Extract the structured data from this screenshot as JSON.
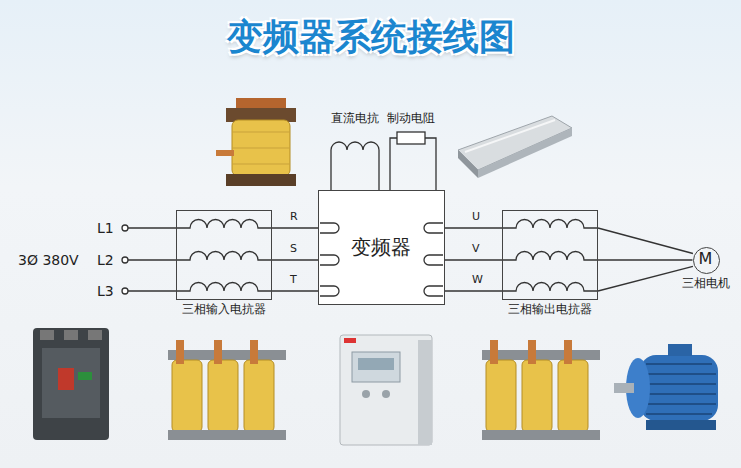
{
  "diagram": {
    "title": "变频器系统接线图",
    "nodes": [
      {
        "text": [
          "三相输入电抗器"
        ]
      },
      {
        "text": [
          "变频器"
        ]
      },
      {
        "text": [
          "三相输出电抗器"
        ]
      },
      {
        "text": [
          "M",
          "三相电机"
        ]
      }
    ],
    "edges": [
      {
        "from": 0,
        "to": 1,
        "arrow": "none"
      },
      {
        "from": 0,
        "to": 1,
        "arrow": "none"
      },
      {
        "from": 0,
        "to": 1,
        "arrow": "none"
      },
      {
        "from": 1,
        "to": 2,
        "arrow": "none"
      },
      {
        "from": 1,
        "to": 2,
        "arrow": "none"
      },
      {
        "from": 1,
        "to": 2,
        "arrow": "none"
      },
      {
        "from": 2,
        "to": 3,
        "arrow": "none"
      },
      {
        "from": 2,
        "to": 3,
        "arrow": "none"
      },
      {
        "from": 2,
        "to": 3,
        "arrow": "none"
      }
    ],
    "labels": [
      "L1",
      "L2",
      "L3",
      "3Ø 380V",
      "R",
      "S",
      "T",
      "U",
      "V",
      "W",
      "直流电抗",
      "制动电阻"
    ]
  }
}
